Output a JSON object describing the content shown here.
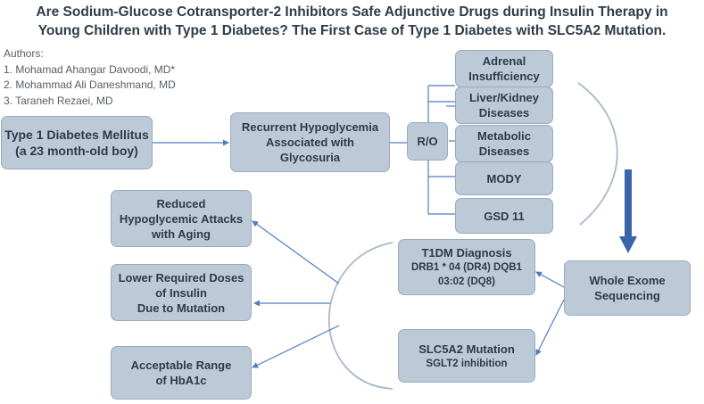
{
  "title": {
    "line1": "Are Sodium-Glucose Cotransporter-2 Inhibitors Safe Adjunctive Drugs during Insulin Therapy in",
    "line2": "Young Children with Type 1 Diabetes? The First Case of Type 1 Diabetes with SLC5A2 Mutation."
  },
  "authors": {
    "heading": "Authors:",
    "list": [
      "1. Mohamad Ahangar Davoodi, MD*",
      "2. Mohammad Ali Daneshmand, MD",
      "3. Taraneh Rezaei, MD"
    ]
  },
  "nodes": {
    "t1dm": {
      "l1": "Type 1 Diabetes Mellitus",
      "l2": "(a 23 month-old boy)"
    },
    "recurrent": {
      "l1": "Recurrent Hypoglycemia",
      "l2": "Associated with",
      "l3": "Glycosuria"
    },
    "ro": "R/O",
    "adrenal": {
      "l1": "Adrenal",
      "l2": "Insufficiency"
    },
    "liver": {
      "l1": "Liver/Kidney",
      "l2": "Diseases"
    },
    "metabolic": {
      "l1": "Metabolic",
      "l2": "Diseases"
    },
    "mody": "MODY",
    "gsd": "GSD 11",
    "wes": {
      "l1": "Whole Exome",
      "l2": "Sequencing"
    },
    "t1dm_dx": {
      "l1": "T1DM Diagnosis",
      "l2": "DRB1 * 04 (DR4) DQB1",
      "l3": "03:02 (DQ8)"
    },
    "slc": {
      "l1": "SLC5A2 Mutation",
      "l2": "SGLT2 inhibition"
    },
    "reduced": {
      "l1": "Reduced",
      "l2": "Hypoglycemic Attacks",
      "l3": "with Aging"
    },
    "lower": {
      "l1": "Lower Required Doses",
      "l2": "of Insulin",
      "l3": "Due to Mutation"
    },
    "hba1c": {
      "l1": "Acceptable Range",
      "l2": "of HbA1c"
    }
  },
  "colors": {
    "box_fill": "#bccad8",
    "box_border": "#9aabbd",
    "text": "#2c3a4a",
    "connector": "#4f7ec0",
    "bracket": "#a8b9ca",
    "down_arrow": "#3a66a8"
  }
}
